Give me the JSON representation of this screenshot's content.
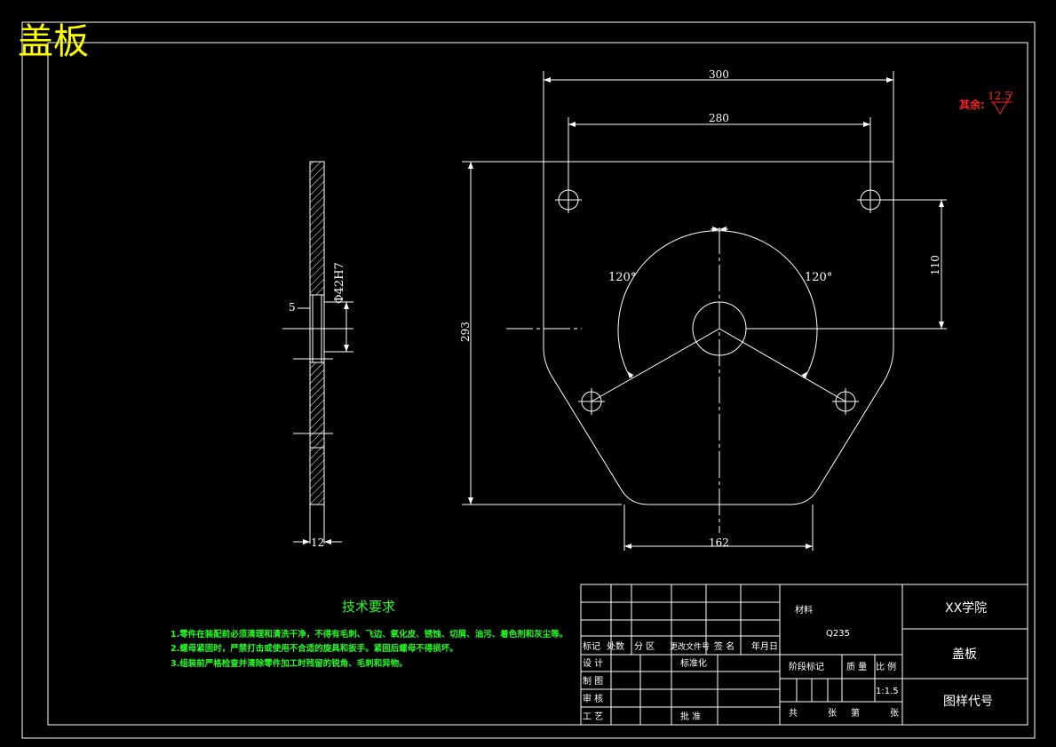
{
  "title": "盖板",
  "roughness": {
    "label": "其余:",
    "value": "12.5"
  },
  "dimensions": {
    "overall_width": "300",
    "hole_spacing": "280",
    "height": "293",
    "upper_offset": "110",
    "bottom_width": "162",
    "angle_left": "120°",
    "angle_right": "120°",
    "bore": "Φ42H7",
    "small": "5",
    "thickness": "12"
  },
  "tech": {
    "heading": "技术要求",
    "items": [
      "1.零件在装配前必须清理和清洗干净，不得有毛刺、飞边、氧化皮、锈蚀、切屑、油污、着色剂和灰尘等。",
      "2.螺母紧固时，严禁打击或使用不合适的旋具和扳手。紧固后螺母不得损坏。",
      "3.组装前严格检查并清除零件加工时残留的锐角、毛刺和异物。"
    ]
  },
  "titleblock": {
    "material_label": "材料",
    "material": "Q235",
    "school": "XX学院",
    "part_name": "盖板",
    "drawing_code": "图样代号",
    "rev_headers": [
      "标记",
      "处数",
      "分 区",
      "更改文件号",
      "签 名",
      "年月日"
    ],
    "design": "设 计",
    "standard": "标准化",
    "draw": "制 图",
    "review": "审 核",
    "process": "工 艺",
    "approve": "批 准",
    "stage": "阶段标记",
    "mass": "质 量",
    "scale_label": "比 例",
    "scale": "1:1.5",
    "total": "共",
    "sheets": "张",
    "sheet_no": "第",
    "sheet_unit": "张"
  }
}
